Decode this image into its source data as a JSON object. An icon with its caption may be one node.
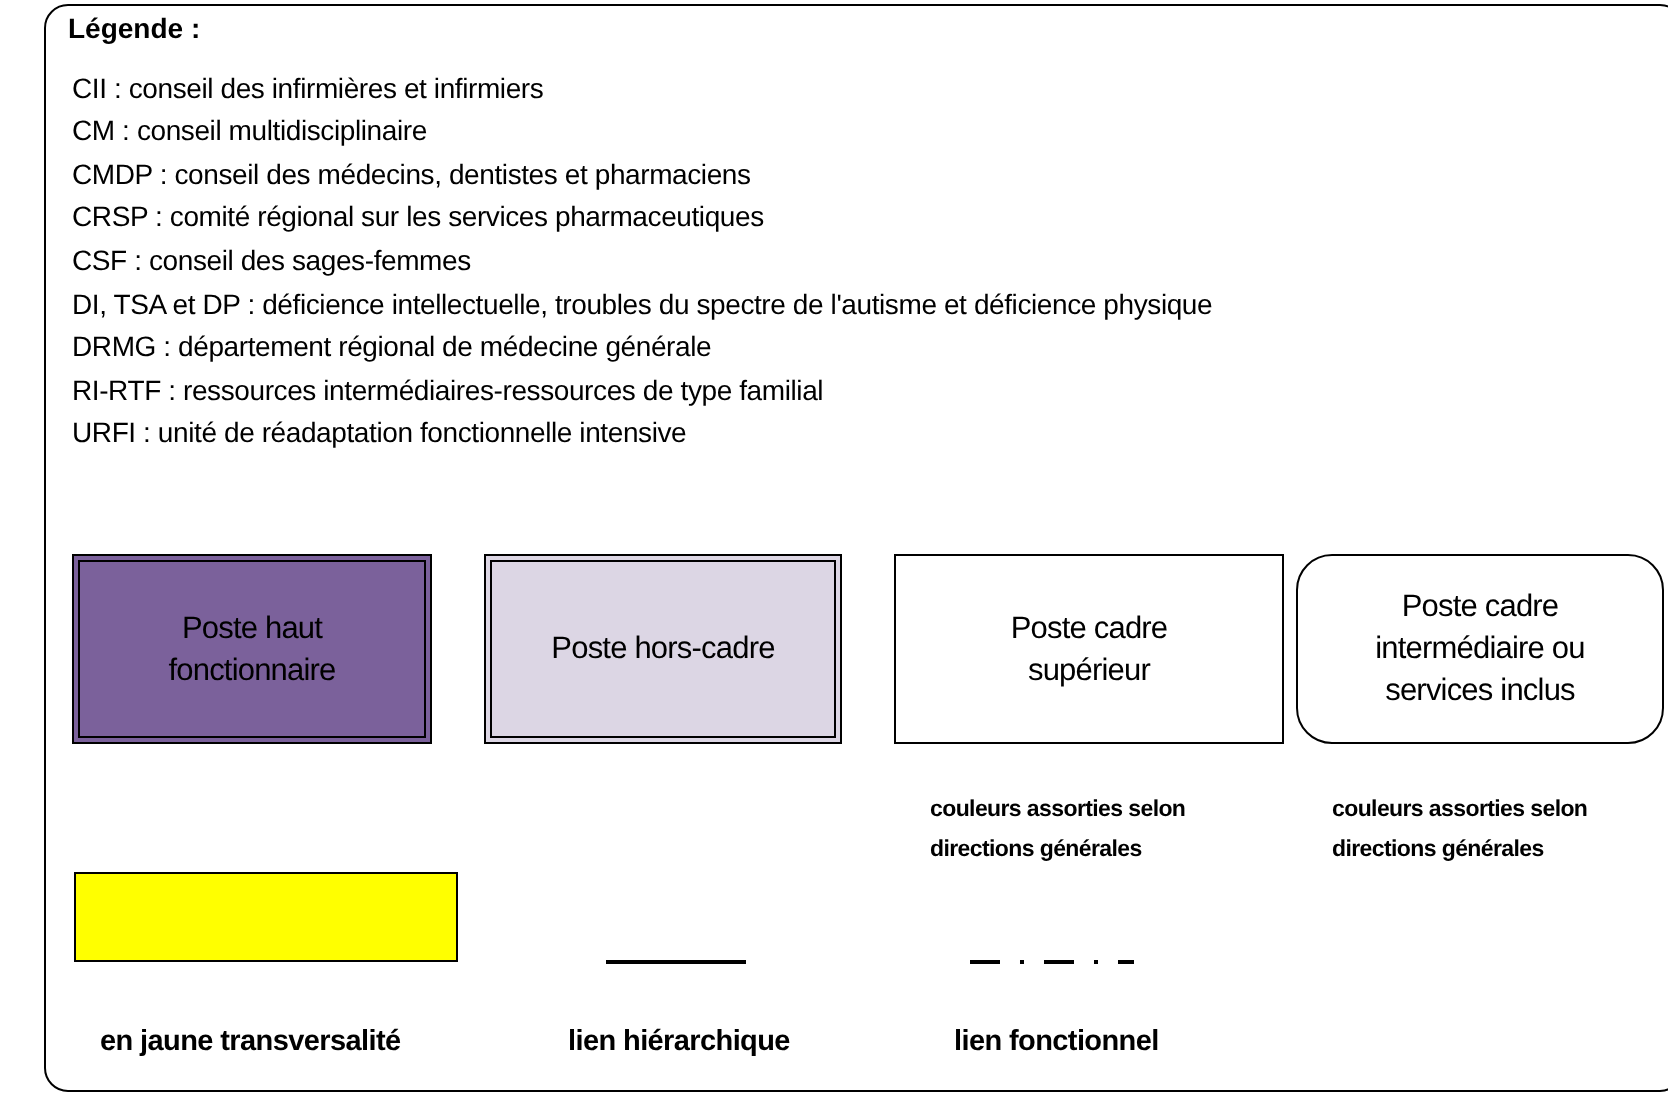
{
  "diagram": {
    "nodes": [
      {
        "text": [
          "Poste haut fonctionnaire"
        ]
      },
      {
        "text": [
          "Poste hors-cadre"
        ]
      },
      {
        "text": [
          "Poste cadre supérieur"
        ],
        "beside": [
          "couleurs assorties selon directions générales"
        ]
      },
      {
        "text": [
          "Poste cadre intermédiaire ou services inclus"
        ],
        "beside": [
          "couleurs assorties selon directions générales"
        ]
      }
    ],
    "edges": [],
    "labels": [
      "Légende :",
      "CII : conseil des infirmières et infirmiers",
      "CM : conseil multidisciplinaire",
      "CMDP : conseil des médecins, dentistes et pharmaciens",
      "CRSP : comité régional sur les services pharmaceutiques",
      "CSF : conseil des sages-femmes",
      "DI, TSA et DP : déficience intellectuelle, troubles du spectre de l'autisme et déficience physique",
      "DRMG : département régional de médecine générale",
      "RI-RTF : ressources intermédiaires-ressources de type familial",
      "URFI : unité de réadaptation fonctionnelle intensive"
    ],
    "legend": [
      {
        "text": "en jaune transversalité",
        "color": "#ffff00"
      },
      {
        "text": "lien hiérarchique"
      },
      {
        "text": "lien fonctionnel"
      }
    ]
  }
}
